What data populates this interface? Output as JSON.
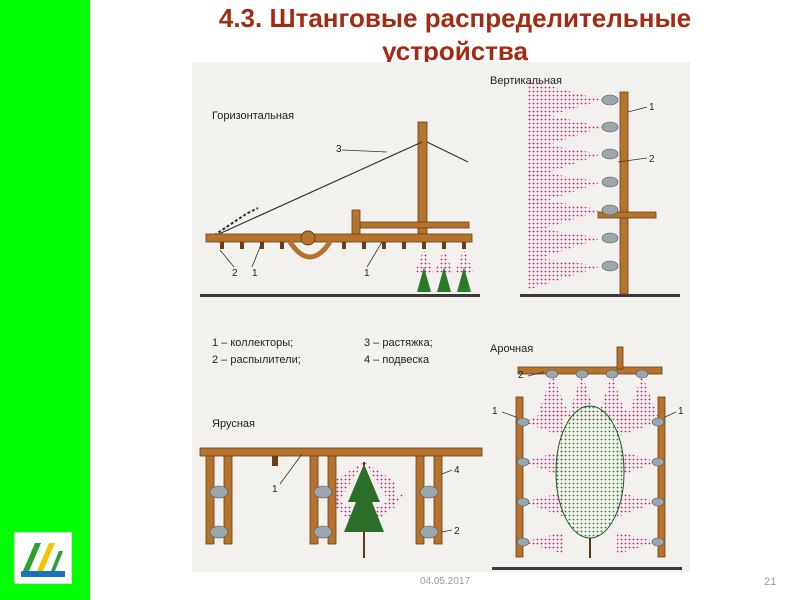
{
  "slide": {
    "title_line1": "4.3. Штанговые распределительные",
    "title_line2": "устройства",
    "date": "04.05.2017",
    "page_number": "21"
  },
  "figure": {
    "panels": {
      "horizontal": "Горизонтальная",
      "vertical": "Вертикальная",
      "tiered": "Ярусная",
      "arched": "Арочная"
    },
    "callouts": {
      "n1": "1",
      "n2": "2",
      "n3": "3",
      "n4": "4"
    },
    "legend": {
      "item1": "1 – коллекторы;",
      "item2": "2 – распылители;",
      "item3": "3 – растяжка;",
      "item4": "4 – подвеска"
    }
  },
  "colors": {
    "green_bar": "#00ff00",
    "title": "#a32b12",
    "pipe": "#b5732d",
    "spray": "#c0197a",
    "ground": "#3a3a3a"
  },
  "icons": {
    "logo": "university-logo-icon"
  }
}
